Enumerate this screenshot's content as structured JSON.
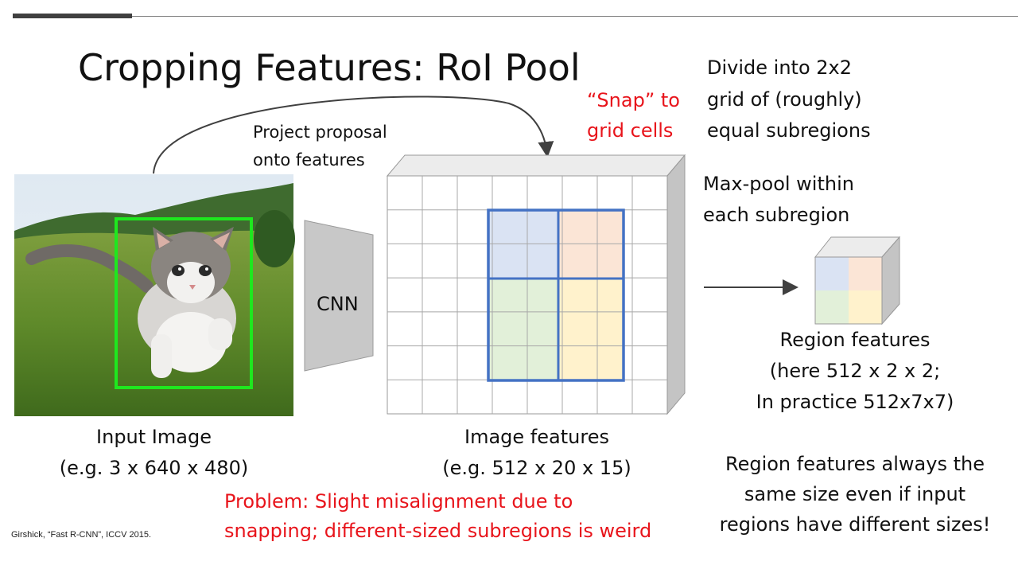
{
  "slide": {
    "title": "Cropping Features: RoI Pool",
    "project_label": [
      "Project proposal",
      "onto features"
    ],
    "snap_label": [
      "“Snap” to",
      "grid cells"
    ],
    "divide_label": [
      "Divide into 2x2",
      "grid of (roughly)",
      "equal subregions"
    ],
    "maxpool_label": [
      "Max-pool within",
      "each subregion"
    ],
    "cnn_label": "CNN",
    "input_caption": [
      "Input Image",
      "(e.g. 3 x 640 x 480)"
    ],
    "features_caption": [
      "Image features",
      "(e.g. 512 x 20 x 15)"
    ],
    "region_caption": [
      "Region features",
      "(here 512 x 2 x 2;",
      "In practice 512x7x7)"
    ],
    "region_note": [
      "Region features always the",
      "same size even if input",
      "regions have different sizes!"
    ],
    "problem_note": [
      "Problem: Slight misalignment due to",
      "snapping; different-sized subregions is weird"
    ],
    "citation": "Girshick, “Fast R-CNN”, ICCV 2015."
  },
  "colors": {
    "red_text": "#e8141b",
    "proposal_box": "#1ee81e",
    "grid_highlight": "#4472c4",
    "cell_blue": "#dae3f3",
    "cell_orange": "#fbe5d6",
    "cell_green": "#e2f0d9",
    "cell_yellow": "#fff2cc",
    "cnn_fill": "#c8c8c8"
  },
  "icons": {
    "photo": "kitten-photo",
    "arrow": "right-arrow-icon"
  }
}
